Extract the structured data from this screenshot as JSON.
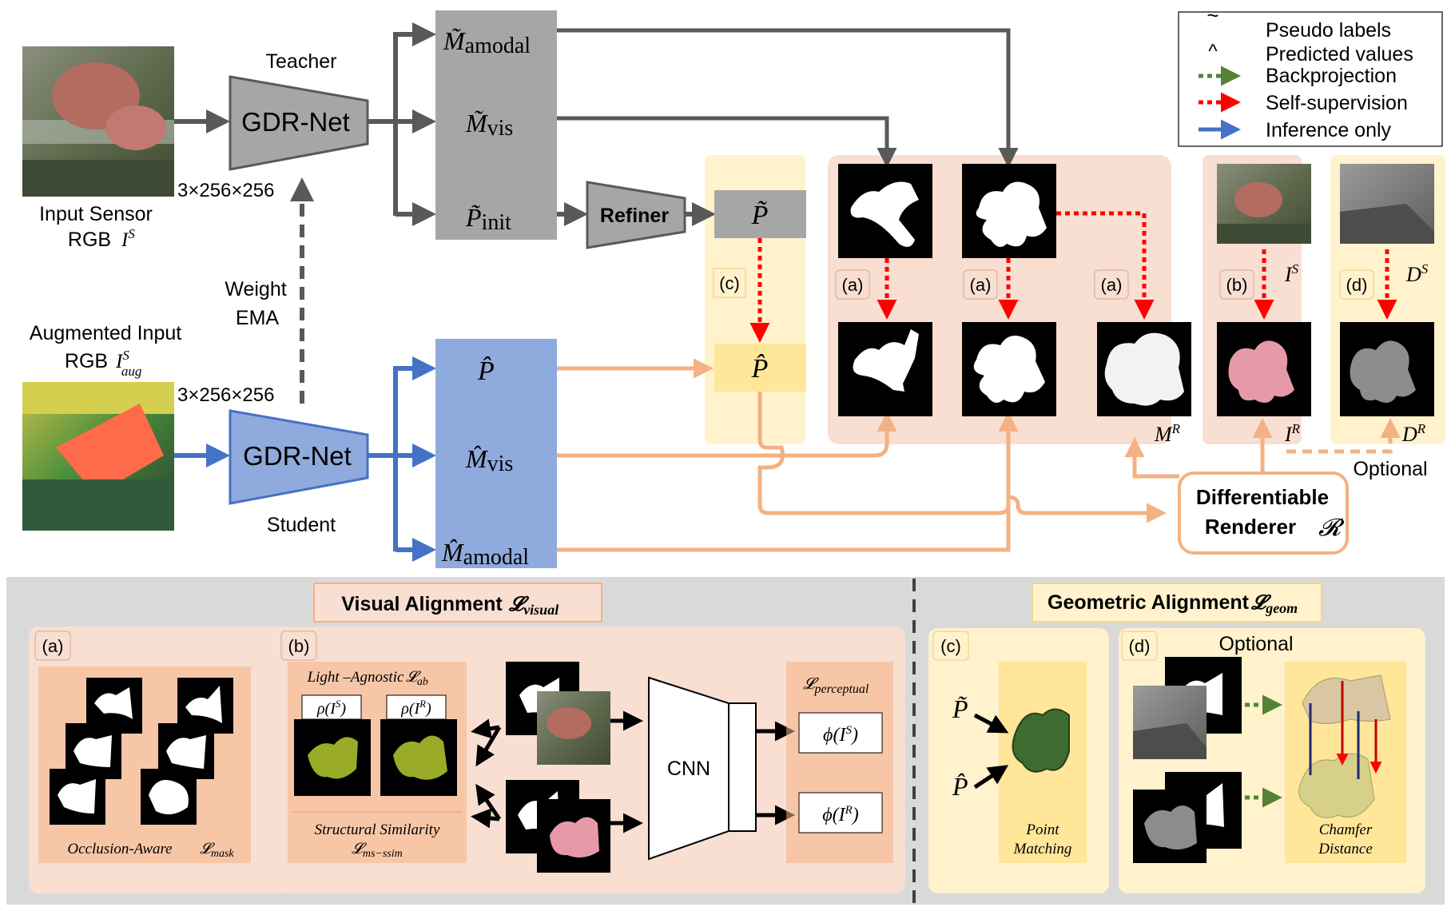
{
  "legend": {
    "pseudo": "Pseudo labels",
    "predicted": "Predicted values",
    "backproj": "Backprojection",
    "selfsup": "Self-supervision",
    "inference": "Inference only"
  },
  "teacher": {
    "title": "Teacher",
    "net": "GDR-Net",
    "dim": "3×256×256",
    "input_line1": "Input Sensor",
    "input_line2": "RGB"
  },
  "ema": {
    "line1": "Weight",
    "line2": "EMA"
  },
  "student": {
    "title": "Student",
    "net": "GDR-Net",
    "dim": "3×256×256",
    "input_line1": "Augmented Input",
    "input_line2": "RGB"
  },
  "refiner": "Refiner",
  "renderer": {
    "line1": "Differentiable",
    "line2": "Renderer"
  },
  "optional_label": "Optional",
  "tags": {
    "a": "(a)",
    "b": "(b)",
    "c": "(c)",
    "d": "(d)"
  },
  "bottom": {
    "visual_title": "Visual Alignment",
    "geom_title": "Geometric Alignment",
    "light_agnostic": "Light –Agnostic",
    "structural": "Structural Similarity",
    "occlusion": "Occlusion-Aware",
    "perceptual": "perceptual",
    "cnn": "CNN",
    "point1": "Point",
    "point2": "Matching",
    "chamfer1": "Chamfer",
    "chamfer2": "Distance",
    "optional": "Optional"
  },
  "colors": {
    "gray_block": "#a6a6a6",
    "blue_block": "#8faadc",
    "orange_arrow": "#f4b183",
    "selfsup_red": "#ff0000",
    "backproj_green": "#548235",
    "inference_blue": "#4472c4",
    "panel_orange": "#f8e0d3",
    "panel_yellow": "#fff2cc"
  }
}
